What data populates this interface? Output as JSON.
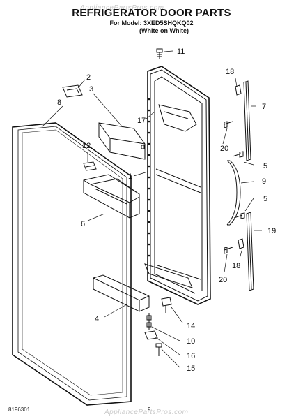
{
  "header": {
    "title": "REFRIGERATOR DOOR PARTS",
    "model_line": "For Model: 3XED5SHQKQ02",
    "color_line": "(White on White)"
  },
  "watermark": "AppliancePartsPros.com",
  "footer": {
    "doc_number": "8196301",
    "page_number": "9"
  },
  "callouts": [
    {
      "id": "11",
      "label": "11"
    },
    {
      "id": "2",
      "label": "2"
    },
    {
      "id": "3",
      "label": "3"
    },
    {
      "id": "8",
      "label": "8"
    },
    {
      "id": "18a",
      "label": "18"
    },
    {
      "id": "7",
      "label": "7"
    },
    {
      "id": "17",
      "label": "17"
    },
    {
      "id": "20a",
      "label": "20"
    },
    {
      "id": "5a",
      "label": "5"
    },
    {
      "id": "12",
      "label": "12"
    },
    {
      "id": "1",
      "label": "1"
    },
    {
      "id": "9",
      "label": "9"
    },
    {
      "id": "5b",
      "label": "5"
    },
    {
      "id": "6",
      "label": "6"
    },
    {
      "id": "19",
      "label": "19"
    },
    {
      "id": "18b",
      "label": "18"
    },
    {
      "id": "20b",
      "label": "20"
    },
    {
      "id": "4",
      "label": "4"
    },
    {
      "id": "14",
      "label": "14"
    },
    {
      "id": "10",
      "label": "10"
    },
    {
      "id": "16",
      "label": "16"
    },
    {
      "id": "15",
      "label": "15"
    }
  ]
}
